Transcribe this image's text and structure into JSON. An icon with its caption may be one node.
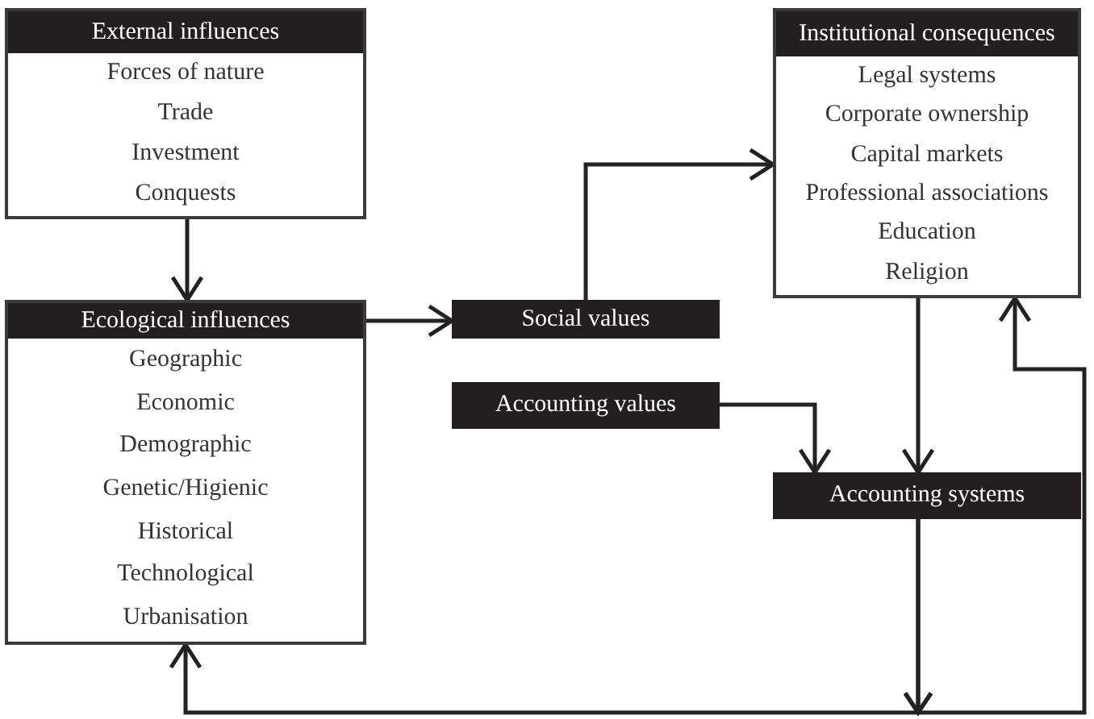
{
  "diagram": {
    "nodes": [
      {
        "text": [
          "External influences",
          "Forces of nature",
          "Trade",
          "Investment",
          "Conquests"
        ]
      },
      {
        "text": [
          "Ecological influences",
          "Geographic",
          "Economic",
          "Demographic",
          "Genetic/Higienic",
          "Historical",
          "Technological",
          "Urbanisation"
        ]
      },
      {
        "text": [
          "Social values"
        ]
      },
      {
        "text": [
          "Accounting values"
        ]
      },
      {
        "text": [
          "Institutional consequences",
          "Legal systems",
          "Corporate ownership",
          "Capital markets",
          "Professional associations",
          "Education",
          "Religion"
        ]
      },
      {
        "text": [
          "Accounting systems"
        ]
      }
    ],
    "edges": [
      {
        "from": 0,
        "to": 1,
        "arrow": "to"
      },
      {
        "from": 1,
        "to": 2,
        "arrow": "to"
      },
      {
        "from": 2,
        "to": 4,
        "arrow": "to"
      },
      {
        "from": 3,
        "to": 5,
        "arrow": "to"
      },
      {
        "from": 4,
        "to": 5,
        "arrow": "to"
      },
      {
        "from": 5,
        "to": 1,
        "arrow": "to"
      },
      {
        "from": 5,
        "to": 4,
        "arrow": "to"
      }
    ]
  }
}
